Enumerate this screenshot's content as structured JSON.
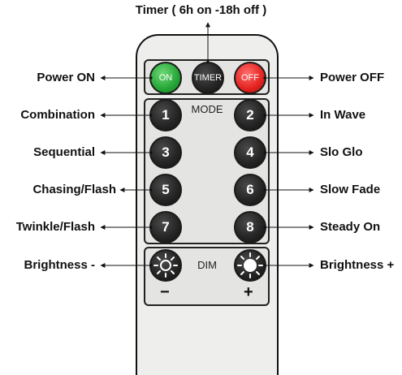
{
  "timer_note": "Timer ( 6h on -18h off )",
  "top_row": {
    "on": "ON",
    "timer": "TIMER",
    "off": "OFF"
  },
  "mode_label": "MODE",
  "mode_buttons": [
    "1",
    "2",
    "3",
    "4",
    "5",
    "6",
    "7",
    "8"
  ],
  "dim_label": "DIM",
  "minus_sign": "−",
  "plus_sign": "+",
  "callouts_left": [
    "Power ON",
    "Combination",
    "Sequential",
    "Chasing/Flash",
    "Twinkle/Flash",
    "Brightness -"
  ],
  "callouts_right": [
    "Power OFF",
    "In Wave",
    "Slo Glo",
    "Slow Fade",
    "Steady On",
    "Brightness +"
  ],
  "icons": {
    "brightness_down": "sun-outline-icon",
    "brightness_up": "sun-filled-icon"
  },
  "colors": {
    "on_button": "#25a537",
    "off_button": "#e3221f",
    "button_dark": "#262626"
  }
}
